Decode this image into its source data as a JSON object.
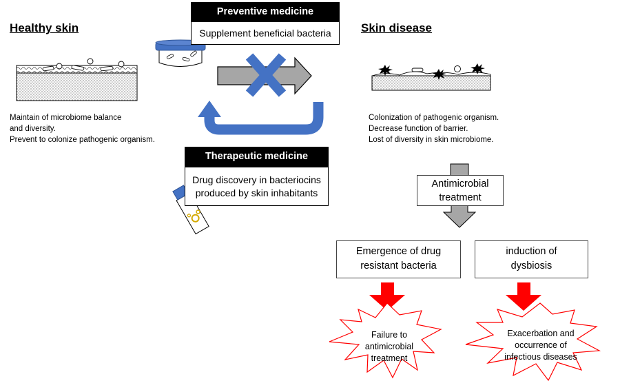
{
  "healthy": {
    "title": "Healthy skin",
    "lines": [
      "Maintain of microbiome balance",
      "and diversity.",
      "Prevent to colonize pathogenic organism."
    ]
  },
  "disease": {
    "title": "Skin disease",
    "lines": [
      "Colonization of pathogenic organism.",
      "Decrease function of barrier.",
      "Lost of diversity in skin microbiome."
    ]
  },
  "preventive": {
    "header": "Preventive medicine",
    "body": "Supplement beneficial bacteria"
  },
  "therapeutic": {
    "header": "Therapeutic medicine",
    "lines": [
      "Drug discovery in bacteriocins",
      "produced by skin inhabitants"
    ]
  },
  "antimicrobial": {
    "lines": [
      "Antimicrobial",
      "treatment"
    ]
  },
  "resistance": {
    "lines": [
      "Emergence of drug",
      "resistant bacteria"
    ]
  },
  "dysbiosis": {
    "lines": [
      "induction of",
      "dysbiosis"
    ]
  },
  "outcome_left": {
    "lines": [
      "Failure to",
      "antimicrobial",
      "treatment"
    ]
  },
  "outcome_right": {
    "lines": [
      "Exacerbation and",
      "occurrence of",
      "infectious diseases"
    ]
  },
  "colors": {
    "blue": "#4472c4",
    "blue_dark": "#2f5597",
    "red": "#ff0000",
    "gray": "#a6a6a6"
  }
}
